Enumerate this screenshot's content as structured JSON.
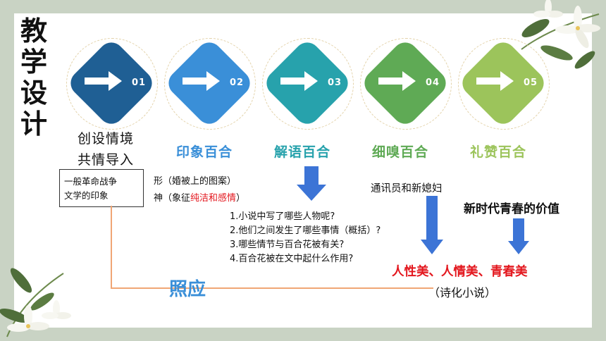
{
  "title_chars": [
    "教",
    "学",
    "设",
    "计"
  ],
  "steps": [
    {
      "num": "01",
      "name": "创设情境",
      "name2": "共情导入",
      "color": "#1f5f94",
      "name_color": "#111111"
    },
    {
      "num": "02",
      "name": "印象百合",
      "color": "#3a8fd8",
      "name_color": "#3a8fd8"
    },
    {
      "num": "03",
      "name": "解语百合",
      "color": "#27a2ac",
      "name_color": "#27a2ac"
    },
    {
      "num": "04",
      "name": "细嗅百合",
      "color": "#5faa55",
      "name_color": "#5faa55"
    },
    {
      "num": "05",
      "name": "礼赞百合",
      "color": "#9cc45b",
      "name_color": "#9cc45b"
    }
  ],
  "box": {
    "line1": "一般革命战争",
    "line2": "文学的印象"
  },
  "impression": {
    "line1": "形（婚被上的图案）",
    "line2_prefix": "神（象征",
    "line2_red": "纯洁和感情",
    "line2_suffix": "）"
  },
  "questions": [
    "1.小说中写了哪些人物呢?",
    "2.他们之间发生了哪些事情（概括）?",
    "3.哪些情节与百合花被有关?",
    "4.百合花被在文中起什么作用?"
  ],
  "characters_text": "通讯员和新媳妇",
  "value_text": "新时代青春的价值",
  "beauty_text": "人性美、人情美、青春美",
  "poetic_text": "（诗化小说）",
  "echo_text": "照应",
  "colors": {
    "arrow_blue": "#3c74d6",
    "red": "#e3161d",
    "orange": "#f0a675",
    "echo": "#3a8fd8"
  }
}
